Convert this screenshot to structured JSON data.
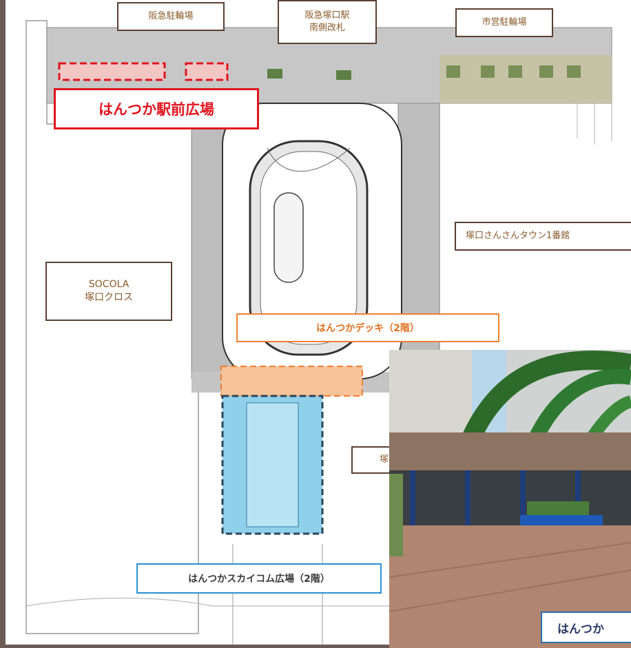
{
  "labels": {
    "hankyu_bike": "阪急駐輪場",
    "hankyu_gate": "阪急塚口駅\n南側改札",
    "city_bike": "市営駐輪場",
    "plaza_main": "はんつか駅前広場",
    "sansan_town": "塚口さんさんタウン1番館",
    "socola": "SOCOLA\n塚口クロス",
    "deck": "はんつかデッキ（2階）",
    "skycom": "はんつかスカイコム広場（2階）",
    "partial_tsuka": "塚",
    "photo_caption": "はんつか"
  },
  "colors": {
    "label_border": "#5a4030",
    "label_text": "#8a5a2a",
    "plaza_highlight": "#e0141e",
    "deck_highlight": "#f08030",
    "skycom_highlight": "#2a8fd0",
    "skycom_fill": "#8fd0ea",
    "ground": "#cfcfcf"
  }
}
